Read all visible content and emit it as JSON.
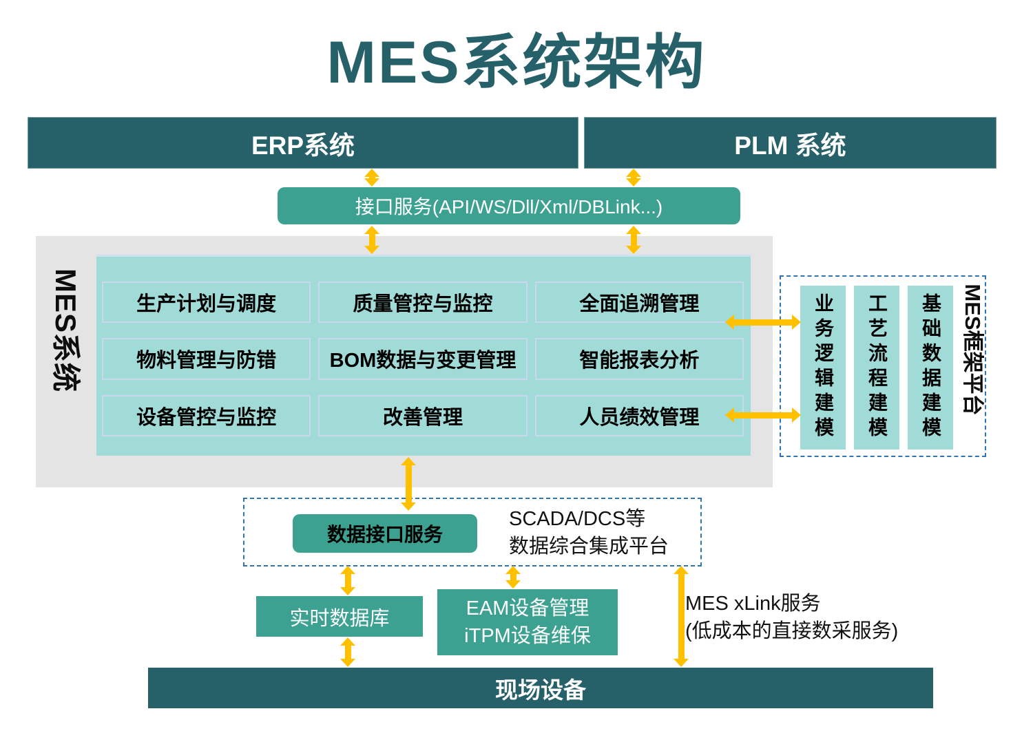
{
  "title": "MES系统架构",
  "colors": {
    "dark_teal": "#26616A",
    "teal": "#3CA191",
    "light_teal": "#A0DBD8",
    "gray_panel": "#E4E4E4",
    "arrow_gold": "#FFC000",
    "dashed_blue": "#2E75B6"
  },
  "top_bars": {
    "erp": "ERP系统",
    "plm": "PLM 系统"
  },
  "interface_bar": "接口服务(API/WS/Dll/Xml/DBLink...)",
  "mes_system": {
    "label": "MES系统",
    "modules": [
      "生产计划与调度",
      "质量管控与监控",
      "全面追溯管理",
      "物料管理与防错",
      "BOM数据与变更管理",
      "智能报表分析",
      "设备管控与监控",
      "改善管理",
      "人员绩效管理"
    ]
  },
  "framework": {
    "label": "MES框架平台",
    "pillars": [
      "业务逻辑建模",
      "工艺流程建模",
      "基础数据建模"
    ]
  },
  "scada": {
    "button": "数据接口服务",
    "line1": "SCADA/DCS等",
    "line2": "数据综合集成平台"
  },
  "realtime_db": "实时数据库",
  "eam": {
    "line1": "EAM设备管理",
    "line2": "iTPM设备维保"
  },
  "xlink": {
    "line1": "MES xLink服务",
    "line2": "(低成本的直接数采服务)"
  },
  "bottom_bar": "现场设备"
}
